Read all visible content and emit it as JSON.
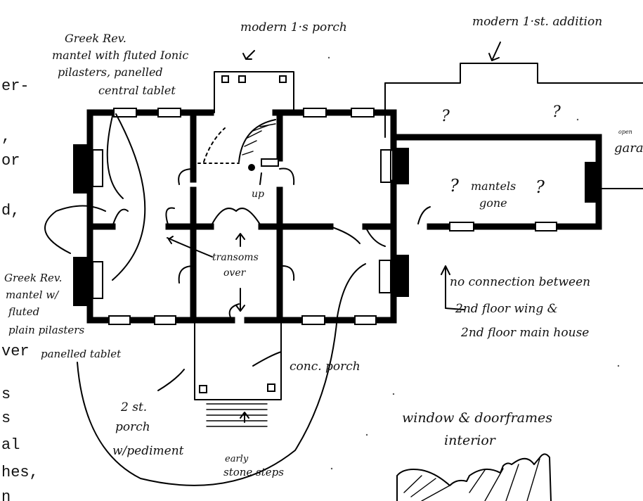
{
  "left_margin_text": [
    "er-",
    ",",
    "or",
    "d,",
    "ver",
    "s",
    "s",
    "al",
    "hes,",
    "n"
  ],
  "labels": {
    "porch_top": "modern 1·s porch",
    "addition_top": "modern 1·st. addition",
    "greek_top_line1": "Greek Rev.",
    "greek_top_line2": "mantel with fluted Ionic",
    "greek_top_line3": "pilasters, panelled",
    "greek_top_line4": "central tablet",
    "greek_left_line1": "Greek Rev.",
    "greek_left_line2": "mantel w/",
    "greek_left_line3": "fluted",
    "greek_left_line4": "plain pilasters",
    "greek_left_line5": "panelled tablet",
    "transoms_line1": "transoms",
    "transoms_line2": "over",
    "up": "up",
    "q1": "?",
    "q2": "?",
    "q3": "?",
    "q4": "?",
    "mantels_gone_line1": "mantels",
    "mantels_gone_line2": "gone",
    "garage": "garage",
    "garage_small": "open",
    "no_conn_line1": "no connection between",
    "no_conn_line2": "2nd floor wing &",
    "no_conn_line3": "2nd floor main house",
    "conc_porch": "conc. porch",
    "porch2_line1": "2 st.",
    "porch2_line2": "porch",
    "porch2_line3": "w/pediment",
    "steps_line1": "early",
    "steps_line2": "stone steps",
    "frames_line1": "window & doorframes",
    "frames_line2": "interior"
  }
}
